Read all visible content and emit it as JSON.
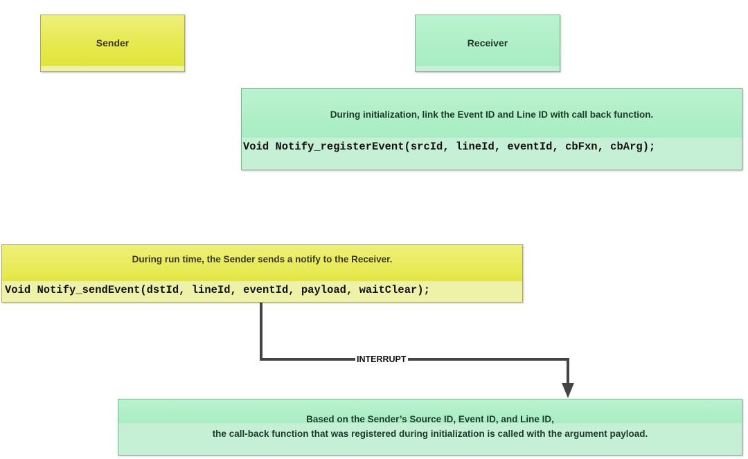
{
  "sender": {
    "label": "Sender"
  },
  "receiver": {
    "label": "Receiver"
  },
  "register": {
    "description": "During initialization, link the Event ID and Line ID with call back function.",
    "code": "Void Notify_registerEvent(srcId, lineId, eventId, cbFxn, cbArg);"
  },
  "send": {
    "description": "During run time, the Sender sends a notify to the Receiver.",
    "code": "Void Notify_sendEvent(dstId, lineId, eventId, payload, waitClear);"
  },
  "connector": {
    "label": "INTERRUPT"
  },
  "callback": {
    "line1": "Based on the Sender’s Source ID, Event ID, and Line ID,",
    "line2": "the call-back function that was registered during initialization is called with the argument payload."
  },
  "colors": {
    "sender_fill": "#e6e84c",
    "receiver_fill": "#a9ecc3",
    "arrow": "#444444"
  }
}
